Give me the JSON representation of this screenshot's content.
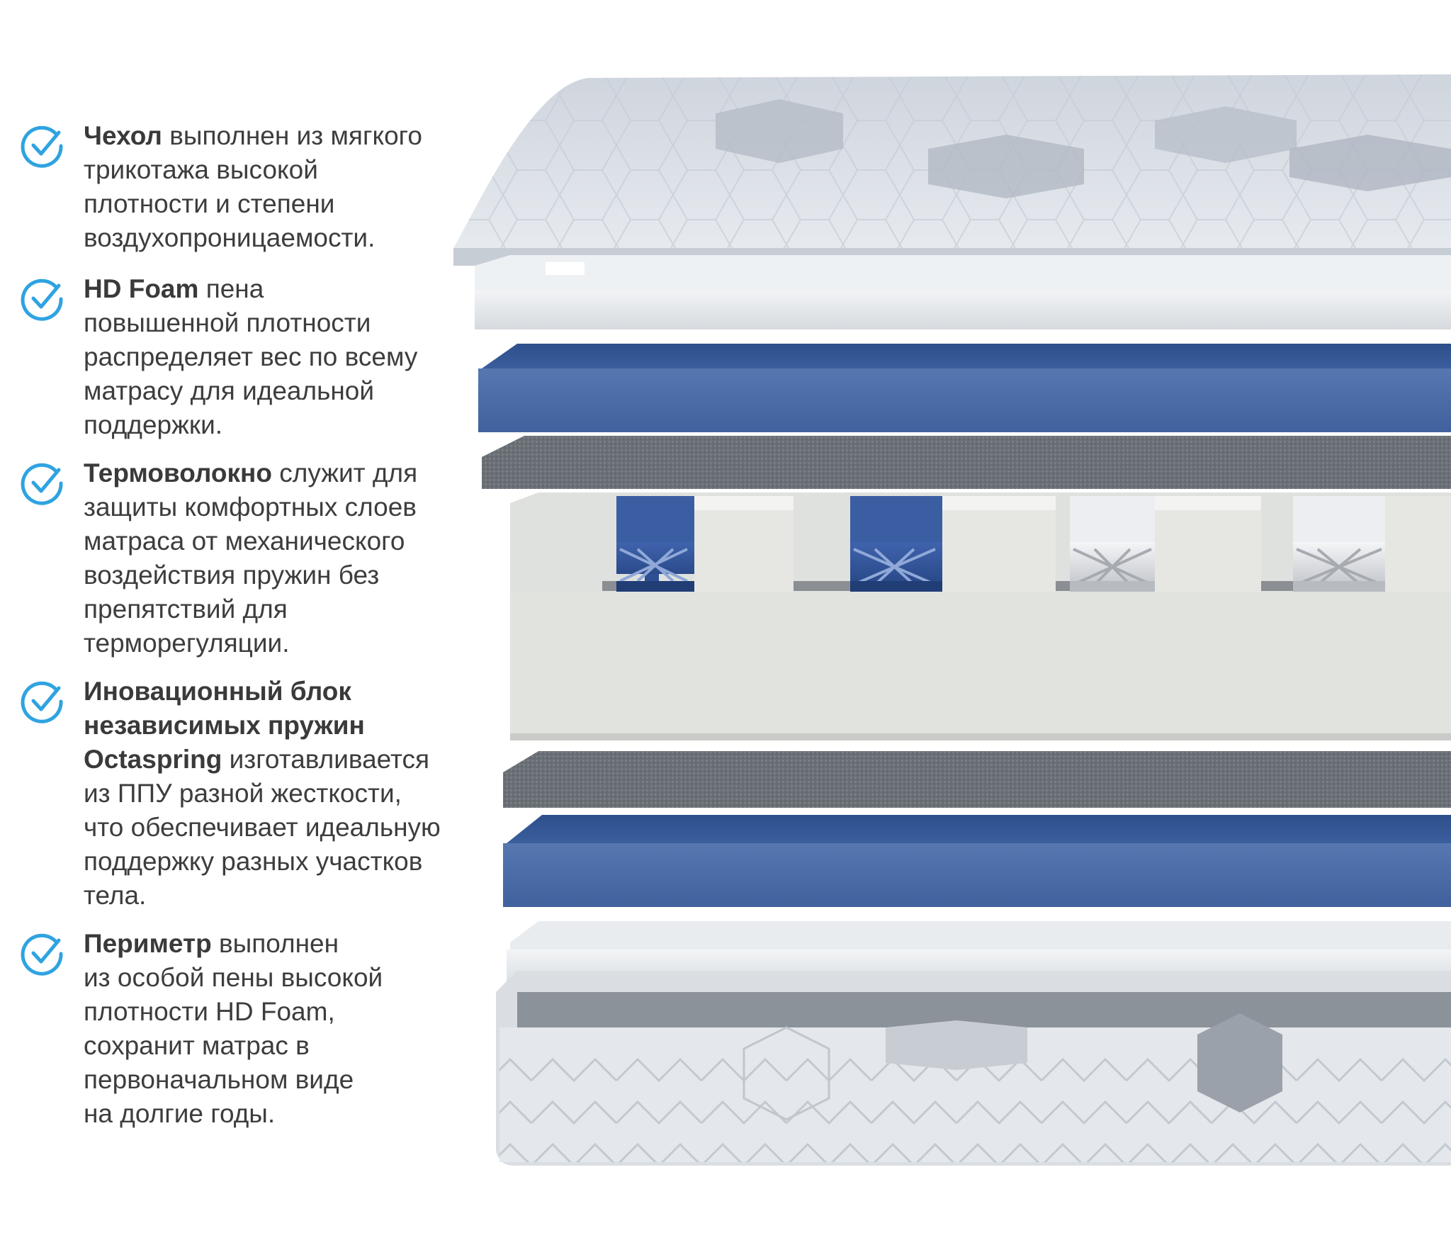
{
  "features": [
    {
      "icon": "check-circle-icon",
      "title": "Чехол",
      "lines": [
        "выполнен из мягкого",
        "трикотажа высокой",
        "плотности и степени",
        "воздухопроницаемости."
      ]
    },
    {
      "icon": "check-circle-icon",
      "title": "HD Foam",
      "lines": [
        "пена",
        "повышенной плотности",
        "распределяет вес по всему",
        "матрасу для идеальной",
        "поддержки."
      ]
    },
    {
      "icon": "check-circle-icon",
      "title": "Термоволокно",
      "lines": [
        "служит для",
        "защиты комфортных слоев",
        "матраса от механического",
        "воздействия пружин без",
        "препятствий для",
        "терморегуляции."
      ]
    },
    {
      "icon": "check-circle-icon",
      "title_lines": [
        "Иновационный блок",
        "независимых пружин",
        "Octaspring"
      ],
      "lines": [
        "изготавливается",
        "из ППУ разной жесткости,",
        "что обеспечивает идеальную",
        "поддержку разных участков",
        "тела."
      ]
    },
    {
      "icon": "check-circle-icon",
      "title": "Периметр",
      "lines": [
        "выполнен",
        "из особой пены высокой",
        "плотности HD Foam,",
        "сохранит матрас в",
        "первоначальном виде",
        "на долгие годы."
      ]
    }
  ],
  "colors": {
    "check_icon": "#2fa3e0",
    "text": "#3d3d3d",
    "blue_foam": "#4a6aa2",
    "fiber": "#6b7076",
    "cover": "#dfe4ea"
  }
}
